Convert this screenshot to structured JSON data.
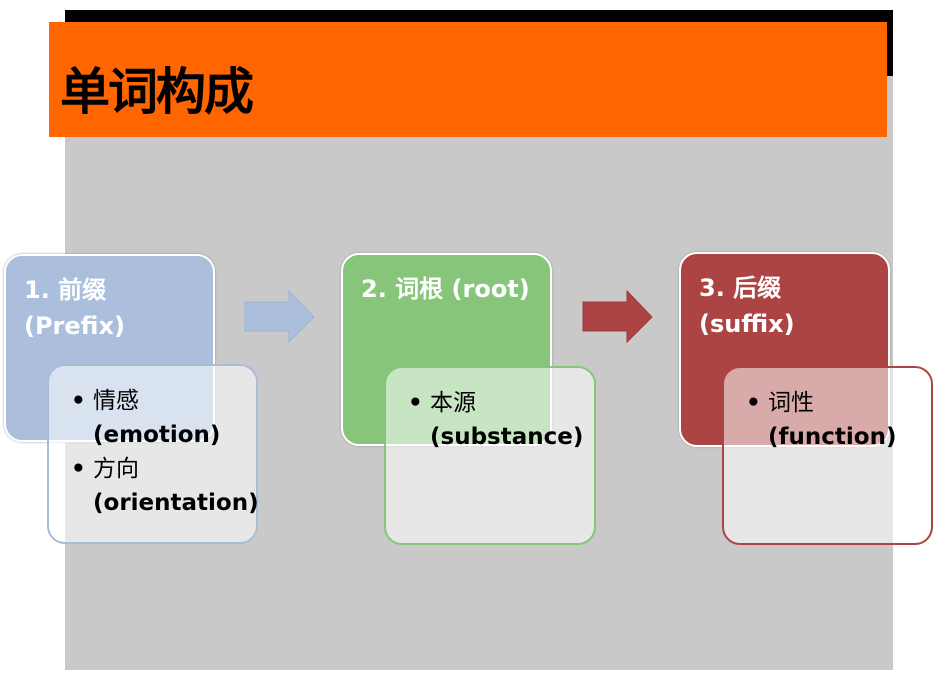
{
  "title": "单词构成",
  "colors": {
    "orange": "#ff6600",
    "prefix": "#abbedb",
    "root": "#86c57a",
    "suffix": "#ac4443"
  },
  "steps": [
    {
      "heading_line1": "1. 前缀",
      "heading_line2": "(Prefix)",
      "items": [
        {
          "zh": "情感",
          "en": "(emotion)"
        },
        {
          "zh": "方向",
          "en": "(orientation)"
        }
      ]
    },
    {
      "heading_line1": "2. 词根 (root)",
      "heading_line2": "",
      "items": [
        {
          "zh": "本源",
          "en": "(substance)"
        }
      ]
    },
    {
      "heading_line1": "3. 后缀",
      "heading_line2": "(suffix)",
      "items": [
        {
          "zh": "词性",
          "en": "(function)"
        }
      ]
    }
  ]
}
